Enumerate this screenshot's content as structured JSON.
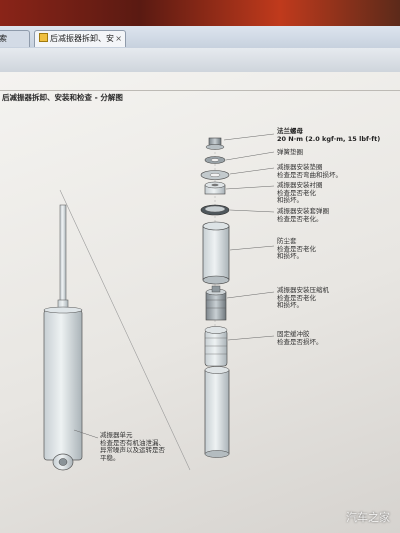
{
  "browser": {
    "tabs": [
      {
        "label": "索"
      },
      {
        "label": "后减振器拆卸、安"
      }
    ],
    "close_glyph": "×"
  },
  "page": {
    "title": "后减振器拆卸、安装和检查 - 分解图"
  },
  "parts": [
    {
      "name": "flange-nut",
      "label_lines": [
        "法兰螺母",
        "20 N·m (2.0 kgf·m, 15 lbf·ft)"
      ]
    },
    {
      "name": "spring-washer",
      "label_lines": [
        "弹簧垫圈"
      ]
    },
    {
      "name": "mount-washer",
      "label_lines": [
        "减振器安装垫圈",
        "检查是否弯曲和损坏。"
      ]
    },
    {
      "name": "mount-bushing",
      "label_lines": [
        "减振器安装衬圈",
        "检查是否老化",
        "和损坏。"
      ]
    },
    {
      "name": "mount-cushion",
      "label_lines": [
        "减振器安装套弹圈",
        "检查是否老化。"
      ]
    },
    {
      "name": "dust-cover",
      "label_lines": [
        "防尘套",
        "检查是否老化",
        "和损坏。"
      ]
    },
    {
      "name": "mount-cushion-2",
      "label_lines": [
        "减振器安装压缩机",
        "检查是否老化",
        "和损坏。"
      ]
    },
    {
      "name": "bump-stop",
      "label_lines": [
        "固定缓冲胶",
        "检查是否损坏。"
      ]
    },
    {
      "name": "damper-unit",
      "label_lines": [
        "减振器单元",
        "检查是否有机油泄漏、",
        "异常噪声以及运转是否",
        "平稳。"
      ]
    }
  ],
  "watermark": "汽车之家"
}
